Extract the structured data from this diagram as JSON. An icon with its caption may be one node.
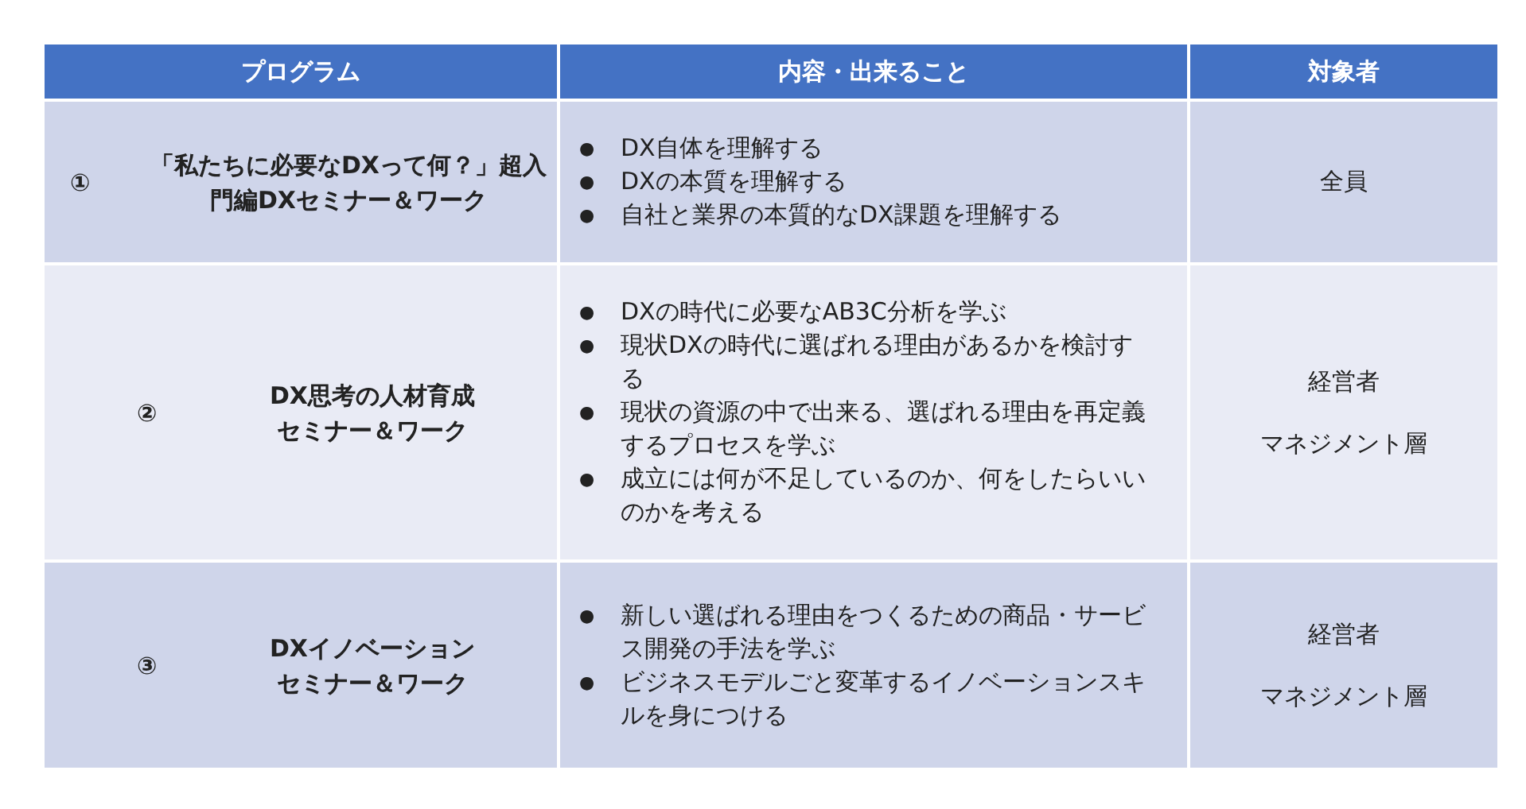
{
  "diagram": {
    "labels": [
      "プログラム",
      "内容・出来ること",
      "対象者",
      "①",
      "「私たちに必要なDXって何？」超入門編DXセミナー＆ワーク",
      "●",
      "DX自体を理解する",
      "●",
      "DXの本質を理解する",
      "●",
      "自社と業界の本質的なDX課題を理解する",
      "全員",
      "②",
      "DX思考の人材育成セミナー＆ワーク",
      "●",
      "DXの時代に必要なAB3C分析を学ぶ",
      "●",
      "現状DXの時代に選ばれる理由があるかを検討する",
      "●",
      "現状の資源の中で出来る、選ばれる理由を再定義するプロセスを学ぶ",
      "●",
      "成立には何が不足しているのか、何をしたらいいのかを考える",
      "経営者",
      "マネジメント層",
      "③",
      "DXイノベーションセミナー＆ワーク",
      "●",
      "新しい選ばれる理由をつくるための商品・サービス開発の手法を学ぶ",
      "●",
      "ビジネスモデルごと変革するイノベーションスキルを身につける",
      "経営者",
      "マネジメント層"
    ]
  }
}
